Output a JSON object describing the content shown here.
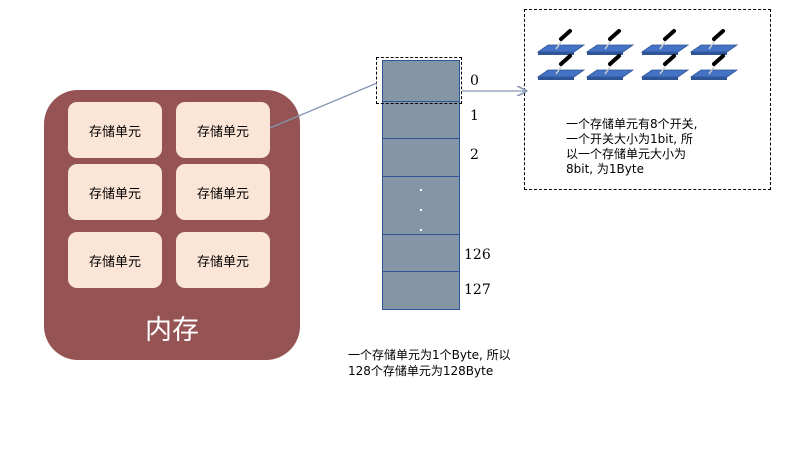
{
  "memory": {
    "title": "内存",
    "cells": [
      "存储单元",
      "存储单元",
      "存储单元",
      "存储单元",
      "存储单元",
      "存储单元"
    ]
  },
  "address_column": {
    "labels": [
      "0",
      "1",
      "2",
      "126",
      "127"
    ],
    "ellipsis": "···"
  },
  "switch_panel": {
    "switch_count": 8,
    "text_lines": [
      "一个存储单元有8个开关,",
      "一个开关大小为1bit, 所",
      "以一个存储单元大小为",
      "8bit, 为1Byte"
    ]
  },
  "bottom_note": {
    "lines": [
      "一个存储单元为1个Byte, 所以",
      "128个存储单元为128Byte"
    ]
  },
  "colors": {
    "memory_bg": "#955354",
    "cell_bg": "#fbe5d6",
    "column_fill": "#8496a5",
    "column_border": "#2f5597",
    "switch_plate": "#4472c4",
    "connector": "#8496b0"
  }
}
